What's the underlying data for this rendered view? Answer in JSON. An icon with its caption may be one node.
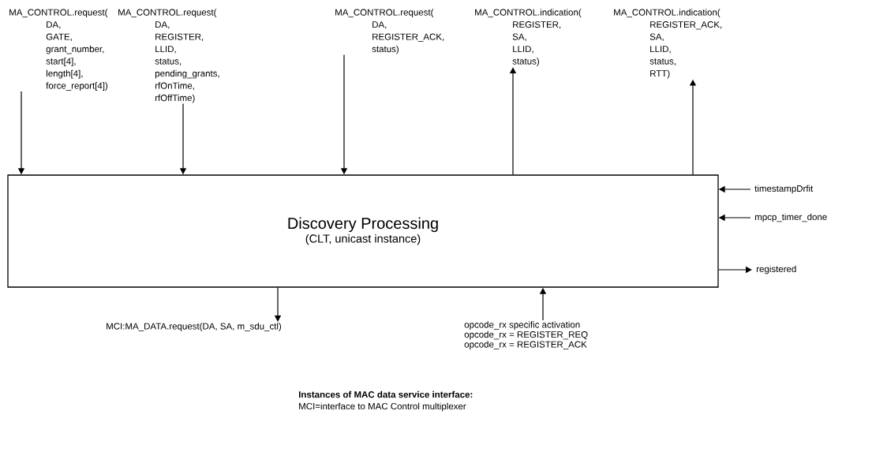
{
  "diagram": {
    "nodes": [
      {
        "text": [
          "Discovery Processing",
          "(CLT, unicast instance)"
        ]
      },
      {
        "text": [
          "MA_CONTROL.request(",
          "DA,",
          "GATE,",
          "grant_number,",
          "start[4],",
          "length[4],",
          "force_report[4])"
        ]
      },
      {
        "text": [
          "MA_CONTROL.request(",
          "DA,",
          "REGISTER,",
          "LLID,",
          "status,",
          "pending_grants,",
          "rfOnTime,",
          "rfOffTime)"
        ]
      },
      {
        "text": [
          "MA_CONTROL.request(",
          "DA,",
          "REGISTER_ACK,",
          "status)"
        ]
      },
      {
        "text": [
          "MA_CONTROL.indication(",
          "REGISTER,",
          "SA,",
          "LLID,",
          "status)"
        ]
      },
      {
        "text": [
          "MA_CONTROL.indication(",
          "REGISTER_ACK,",
          "SA,",
          "LLID,",
          "status,",
          "RTT)"
        ]
      },
      {
        "text": [
          "timestampDrfit"
        ]
      },
      {
        "text": [
          "mpcp_timer_done"
        ]
      },
      {
        "text": [
          "registered"
        ]
      },
      {
        "text": [
          "MCI:MA_DATA.request(DA, SA, m_sdu_ctl)"
        ]
      },
      {
        "text": [
          "opcode_rx specific activation",
          "opcode_rx = REGISTER_REQ",
          "opcode_rx = REGISTER_ACK"
        ]
      }
    ],
    "edges": [
      {
        "from": 1,
        "to": 0,
        "arrow": "to"
      },
      {
        "from": 2,
        "to": 0,
        "arrow": "to"
      },
      {
        "from": 3,
        "to": 0,
        "arrow": "to"
      },
      {
        "from": 0,
        "to": 4,
        "arrow": "to"
      },
      {
        "from": 0,
        "to": 5,
        "arrow": "to"
      },
      {
        "from": 6,
        "to": 0,
        "arrow": "to"
      },
      {
        "from": 7,
        "to": 0,
        "arrow": "to"
      },
      {
        "from": 0,
        "to": 8,
        "arrow": "to"
      },
      {
        "from": 0,
        "to": 9,
        "arrow": "to"
      },
      {
        "from": 10,
        "to": 0,
        "arrow": "to"
      }
    ],
    "labels": [
      "**Instances of MAC data service interface:**",
      "MCI=interface to MAC Control multiplexer"
    ]
  }
}
